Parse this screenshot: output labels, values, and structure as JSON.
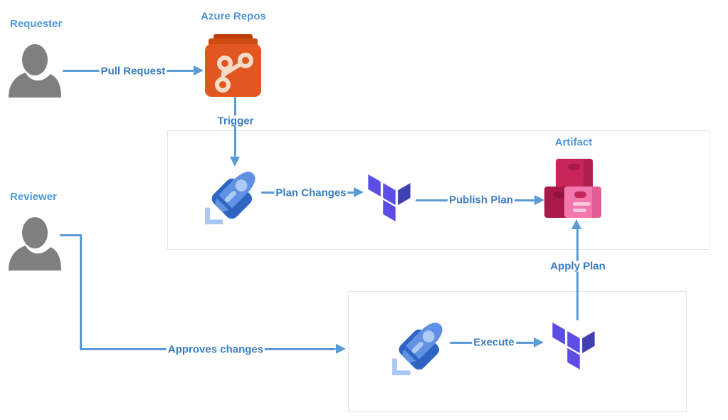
{
  "diagram": {
    "nodes": {
      "requester": {
        "label": "Requester",
        "icon": "person-icon"
      },
      "reviewer": {
        "label": "Reviewer",
        "icon": "person-icon"
      },
      "azure_repos": {
        "label": "Azure Repos",
        "icon": "azure-repos-icon"
      },
      "plan_pipeline": {
        "icon": "azure-pipelines-icon"
      },
      "terraform_plan": {
        "icon": "terraform-icon"
      },
      "artifact": {
        "label": "Artifact",
        "icon": "artifact-icon"
      },
      "apply_pipeline": {
        "icon": "azure-pipelines-icon"
      },
      "terraform_apply": {
        "icon": "terraform-icon"
      }
    },
    "edges": {
      "pull_request": "Pull Request",
      "trigger": "Trigger",
      "plan_changes": "Plan Changes",
      "publish_plan": "Publish Plan",
      "apply_plan": "Apply Plan",
      "approves_changes": "Approves changes",
      "execute": "Execute"
    },
    "colors": {
      "arrow": "#5B9BD5",
      "header-text": "#4F97DA",
      "label-text": "#3A7CC2",
      "box-border": "#E3E8F0",
      "person": "#7F7F7F",
      "repos-lid1": "#BE3C09",
      "repos-lid2": "#CE4B11",
      "repos-body": "#E2571F",
      "repos-glyph": "#F8DCC9",
      "pipe-bg": "#2E65C3",
      "pipe-rocket": "#6191E2",
      "pipe-light": "#AECBF5",
      "pipe-bracket": "#A9C6F2",
      "tf-main": "#5C4EE5",
      "tf-dark": "#4040B2",
      "art-top": "#C8265B",
      "art-strip": "#B01F50",
      "art-dark": "#A81A4A",
      "art-darker": "#8F1240",
      "art-light": "#F277AC",
      "art-light-strip": "#E25C95",
      "art-pill": "#C2265C",
      "art-lines": "#FBC9DF"
    }
  }
}
